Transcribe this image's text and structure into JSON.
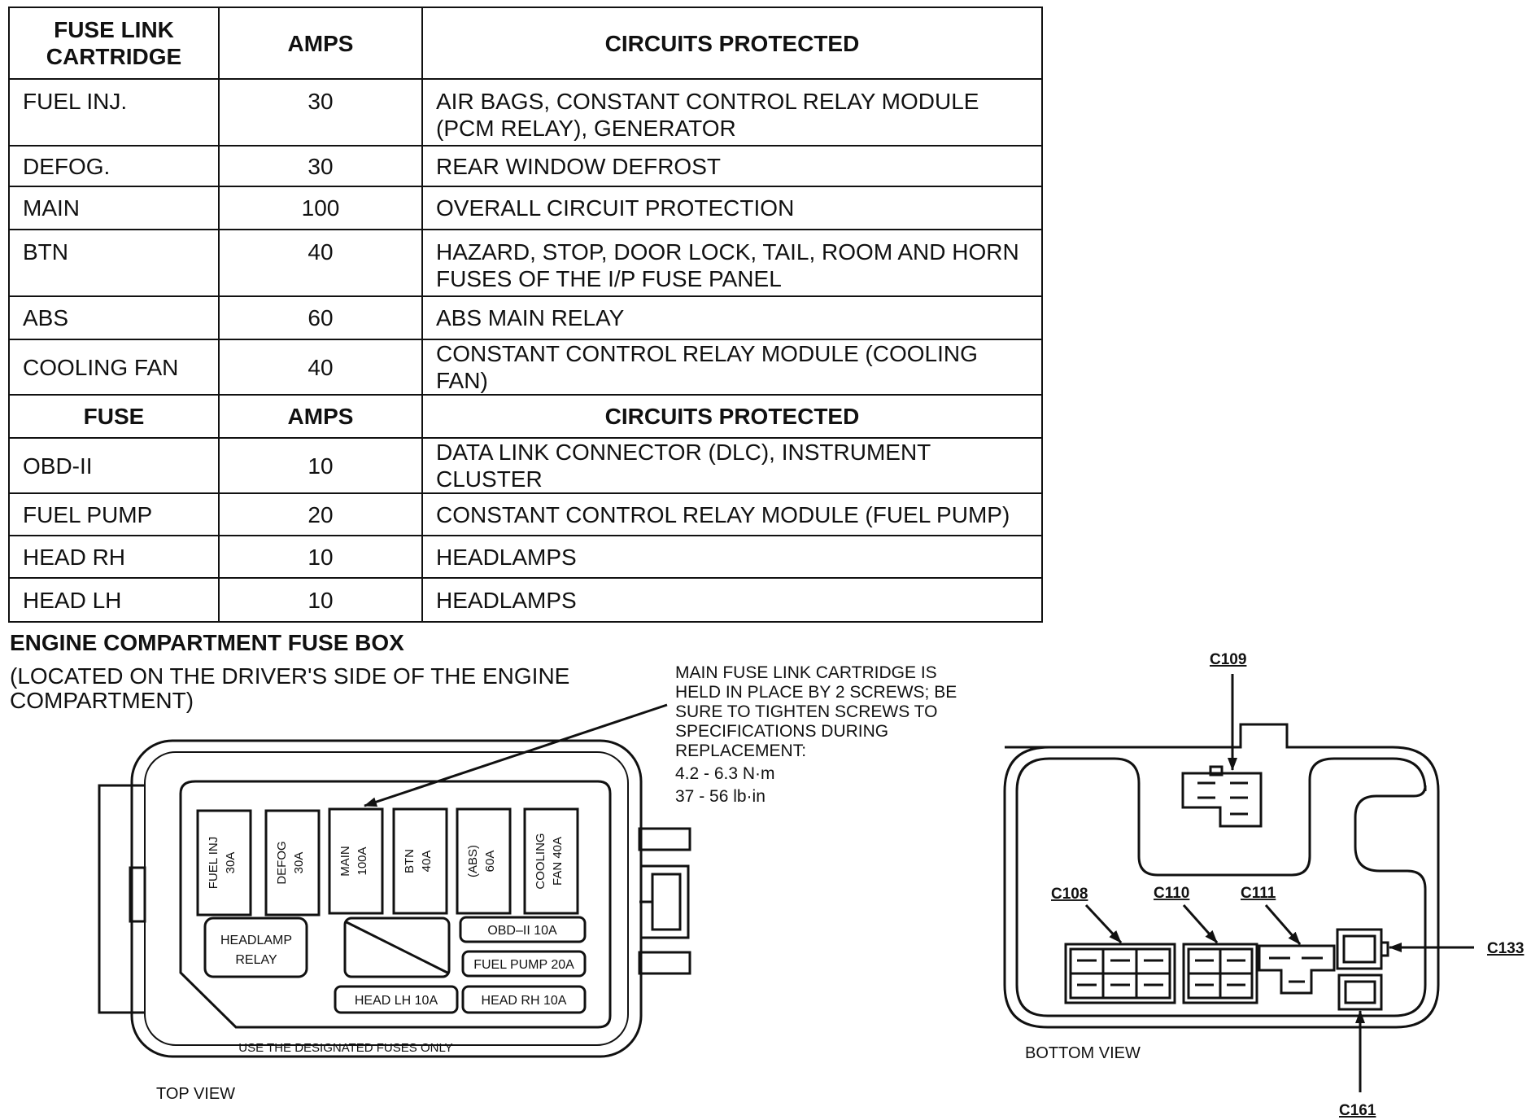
{
  "fuse_link_table": {
    "headers": [
      "FUSE LINK CARTRIDGE",
      "AMPS",
      "CIRCUITS PROTECTED"
    ],
    "rows": [
      {
        "name": "FUEL INJ.",
        "amps": "30",
        "circuits": "AIR BAGS, CONSTANT CONTROL RELAY MODULE (PCM RELAY), GENERATOR"
      },
      {
        "name": "DEFOG.",
        "amps": "30",
        "circuits": "REAR WINDOW DEFROST"
      },
      {
        "name": "MAIN",
        "amps": "100",
        "circuits": "OVERALL CIRCUIT PROTECTION"
      },
      {
        "name": "BTN",
        "amps": "40",
        "circuits": "HAZARD, STOP, DOOR LOCK, TAIL, ROOM AND HORN FUSES OF THE I/P FUSE PANEL"
      },
      {
        "name": "ABS",
        "amps": "60",
        "circuits": "ABS MAIN RELAY"
      },
      {
        "name": "COOLING FAN",
        "amps": "40",
        "circuits": "CONSTANT CONTROL RELAY MODULE (COOLING FAN)"
      }
    ]
  },
  "fuse_table": {
    "headers": [
      "FUSE",
      "AMPS",
      "CIRCUITS PROTECTED"
    ],
    "rows": [
      {
        "name": "OBD-II",
        "amps": "10",
        "circuits": "DATA LINK CONNECTOR (DLC), INSTRUMENT CLUSTER"
      },
      {
        "name": "FUEL PUMP",
        "amps": "20",
        "circuits": "CONSTANT CONTROL RELAY MODULE (FUEL PUMP)"
      },
      {
        "name": "HEAD RH",
        "amps": "10",
        "circuits": "HEADLAMPS"
      },
      {
        "name": "HEAD LH",
        "amps": "10",
        "circuits": "HEADLAMPS"
      }
    ]
  },
  "section": {
    "title": "ENGINE COMPARTMENT FUSE BOX",
    "subtitle": "(LOCATED ON THE DRIVER'S SIDE OF THE ENGINE COMPARTMENT)"
  },
  "note": {
    "text": "MAIN FUSE LINK CARTRIDGE IS HELD IN PLACE BY 2 SCREWS; BE SURE TO TIGHTEN SCREWS TO SPECIFICATIONS DURING REPLACEMENT:",
    "torque_nm": "4.2 - 6.3 N·m",
    "torque_lbin": "37 - 56 lb·in"
  },
  "top_view": {
    "label": "TOP VIEW",
    "cartridges": [
      {
        "name": "FUEL INJ",
        "amps": "30A"
      },
      {
        "name": "DEFOG",
        "amps": "30A"
      },
      {
        "name": "MAIN",
        "amps": "100A"
      },
      {
        "name": "BTN",
        "amps": "40A"
      },
      {
        "name": "(ABS)",
        "amps": "60A"
      },
      {
        "name": "COOLING",
        "amps": "FAN 40A"
      }
    ],
    "relay_label": [
      "HEADLAMP",
      "RELAY"
    ],
    "fuses": {
      "obd": "OBD–II 10A",
      "fuel_pump": "FUEL PUMP 20A",
      "head_lh": "HEAD LH 10A",
      "head_rh": "HEAD RH 10A"
    },
    "footer_note": "USE THE DESIGNATED FUSES ONLY"
  },
  "bottom_view": {
    "label": "BOTTOM VIEW",
    "connectors": {
      "c109": "C109",
      "c108": "C108",
      "c110": "C110",
      "c111": "C111",
      "c133": "C133",
      "c161": "C161"
    }
  }
}
